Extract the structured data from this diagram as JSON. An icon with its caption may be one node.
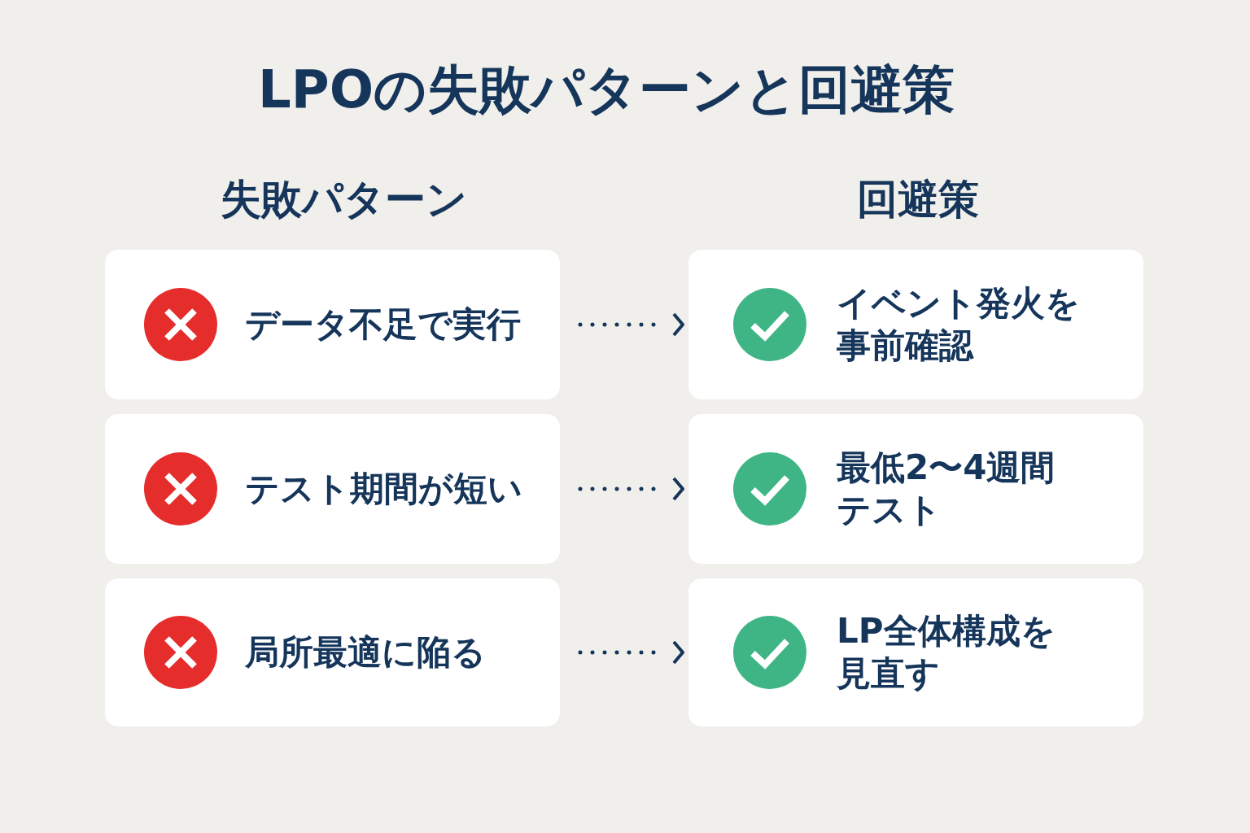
{
  "diagram": {
    "title": "LPOの失敗パターンと回避策",
    "nodes": [
      {
        "text": [
          "データ不足で実行"
        ]
      },
      {
        "text": [
          "イベント発火を事前確認"
        ]
      },
      {
        "text": [
          "テスト期間が短い"
        ]
      },
      {
        "text": [
          "最低2〜4週間テスト"
        ]
      },
      {
        "text": [
          "局所最適に陥る"
        ]
      },
      {
        "text": [
          "LP全体構成を見直す"
        ]
      }
    ],
    "edges": [
      {
        "from": 0,
        "to": 1,
        "arrow": "to"
      },
      {
        "from": 2,
        "to": 3,
        "arrow": "to"
      },
      {
        "from": 4,
        "to": 5,
        "arrow": "to"
      }
    ],
    "labels": [
      "失敗パターン",
      "回避策"
    ]
  }
}
